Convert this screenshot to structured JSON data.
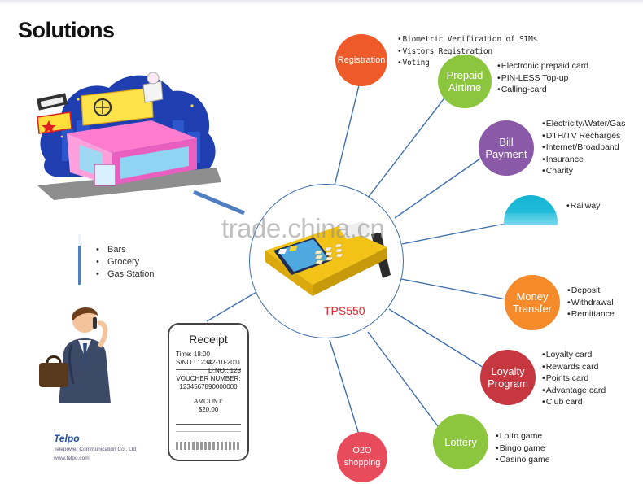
{
  "title": "Solutions",
  "watermark": "trade.china.cn",
  "product": {
    "label": "TPS550"
  },
  "nodes": {
    "registration": {
      "label": "Registration",
      "color": "#ef5a2b",
      "items": [
        "Biometric Verification of SIMs",
        "Vistors Registration",
        "Voting"
      ]
    },
    "prepaid": {
      "label": "Prepaid Airtime",
      "color": "#8cc63f",
      "items": [
        "Electronic prepaid card",
        "PIN-LESS Top-up",
        "Calling-card"
      ]
    },
    "bill": {
      "label": "Bill Payment",
      "color": "#8a59a8",
      "items": [
        "Electricity/Water/Gas",
        "DTH/TV Recharges",
        "Internet/Broadband",
        "Insurance",
        "Charity"
      ]
    },
    "railway": {
      "color": "#1fb9d9",
      "items": [
        "Railway"
      ]
    },
    "money": {
      "label": "Money Transfer",
      "color": "#f58a2a",
      "items": [
        "Deposit",
        "Withdrawal",
        "Remittance"
      ]
    },
    "loyalty": {
      "label": "Loyalty Program",
      "color": "#c6373f",
      "items": [
        "Loyalty card",
        "Rewards card",
        "Points card",
        "Advantage card",
        "Club card"
      ]
    },
    "lottery": {
      "label": "Lottery",
      "color": "#8cc63f",
      "items": [
        "Lotto game",
        "Bingo game",
        "Casino game"
      ]
    },
    "o2o": {
      "label": "O2O shopping",
      "color": "#e84c5c"
    }
  },
  "left_list": {
    "items": [
      "Bars",
      "Grocery",
      "Gas Station"
    ]
  },
  "receipt": {
    "title": "Receipt",
    "time": "Time: 18:00",
    "date": "22-10-2011",
    "sno": "S/NO.: 1234",
    "dno": "D.NO.: 123",
    "voucher_label": "VOUCHER NUMBER:",
    "voucher_number": "1234567890000000",
    "amount_label": "AMOUNT:",
    "amount_value": "$20.00"
  },
  "brand": {
    "name": "Telpo",
    "company": "Telepower Communication Co., Ltd",
    "url": "www.telpo.com"
  }
}
